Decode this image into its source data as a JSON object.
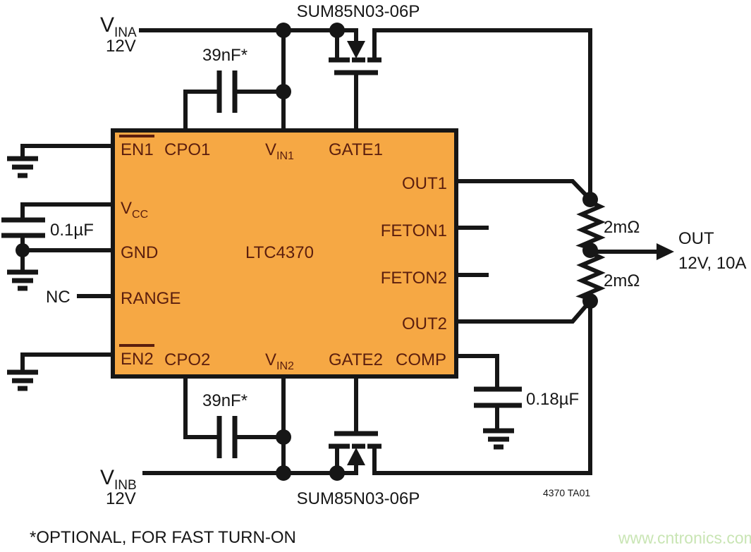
{
  "ic": {
    "name": "LTC4370",
    "pins": {
      "en1": "EN1",
      "cpo1": "CPO1",
      "vin1_v": "V",
      "vin1_sub": "IN1",
      "gate1": "GATE1",
      "vcc_v": "V",
      "vcc_sub": "CC",
      "gnd": "GND",
      "range": "RANGE",
      "en2": "EN2",
      "cpo2": "CPO2",
      "vin2_v": "V",
      "vin2_sub": "IN2",
      "gate2": "GATE2",
      "comp": "COMP",
      "out1": "OUT1",
      "feton1": "FETON1",
      "feton2": "FETON2",
      "out2": "OUT2"
    }
  },
  "inputs": {
    "vina_v": "V",
    "vina_sub": "INA",
    "vina_voltage": "12V",
    "vinb_v": "V",
    "vinb_sub": "INB",
    "vinb_voltage": "12V"
  },
  "mosfets": {
    "top": "SUM85N03-06P",
    "bottom": "SUM85N03-06P"
  },
  "capacitors": {
    "c_cpo1": "39nF*",
    "c_cpo2": "39nF*",
    "c_vcc": "0.1µF",
    "c_comp": "0.18µF"
  },
  "resistors": {
    "r1": "2mΩ",
    "r2": "2mΩ"
  },
  "output": {
    "name": "OUT",
    "rating": "12V, 10A"
  },
  "annotations": {
    "nc": "NC",
    "note": "*OPTIONAL, FOR FAST TURN-ON",
    "figure_id": "4370 TA01",
    "watermark": "www.cntronics.com"
  },
  "colors": {
    "ic_fill": "#F6A844",
    "ic_border": "#161616",
    "pin_text": "#5B1E0E",
    "wire": "#161616",
    "watermark": "#C9E5B4",
    "background": "#FFFFFF"
  }
}
